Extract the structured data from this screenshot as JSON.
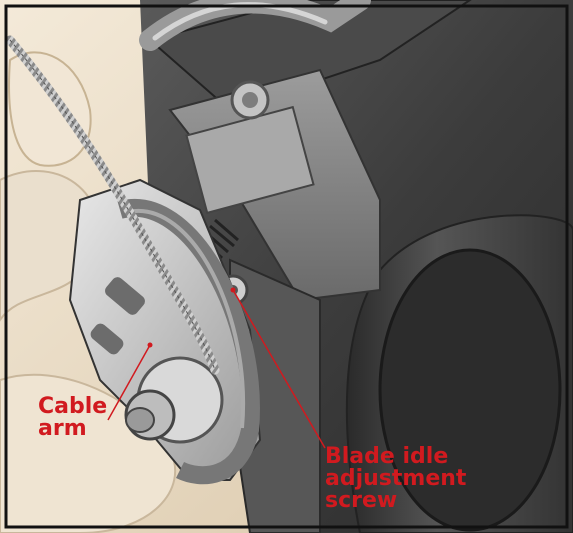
{
  "colors": {
    "callout": "#d11a1f",
    "frame": "#111111",
    "background": "#ffffff",
    "metal_dark": "#3a3a3a",
    "metal_mid": "#6b6b6b",
    "metal_light": "#b8b8b8",
    "engine_beige": "#e6d8c4"
  },
  "labels": {
    "cable_arm": [
      "Cable",
      "arm"
    ],
    "idle_screw": [
      "Blade idle",
      "adjustment",
      "screw"
    ]
  }
}
